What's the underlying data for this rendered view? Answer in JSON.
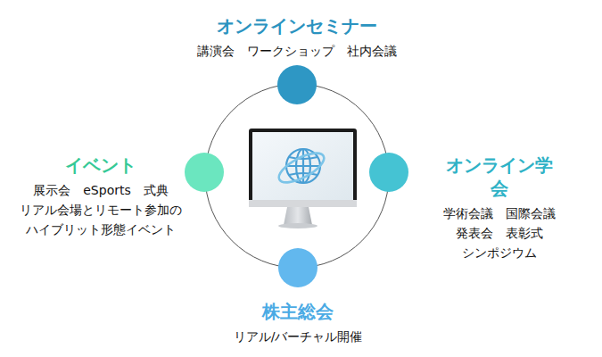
{
  "diagram": {
    "nodes": [
      {
        "text": [
          "オンラインセミナー",
          "講演会　ワークショップ　社内会議"
        ]
      },
      {
        "text": [
          "イベント",
          "展示会　eSports　式典 リアル会場とリモート参加の ハイブリット形態イベント"
        ]
      },
      {
        "text": [
          "オンライン学会",
          "学術会議　国際会議 発表会　表彰式 シンポジウム"
        ]
      },
      {
        "text": [
          "株主総会",
          "リアル/バーチャル開催"
        ]
      }
    ]
  }
}
